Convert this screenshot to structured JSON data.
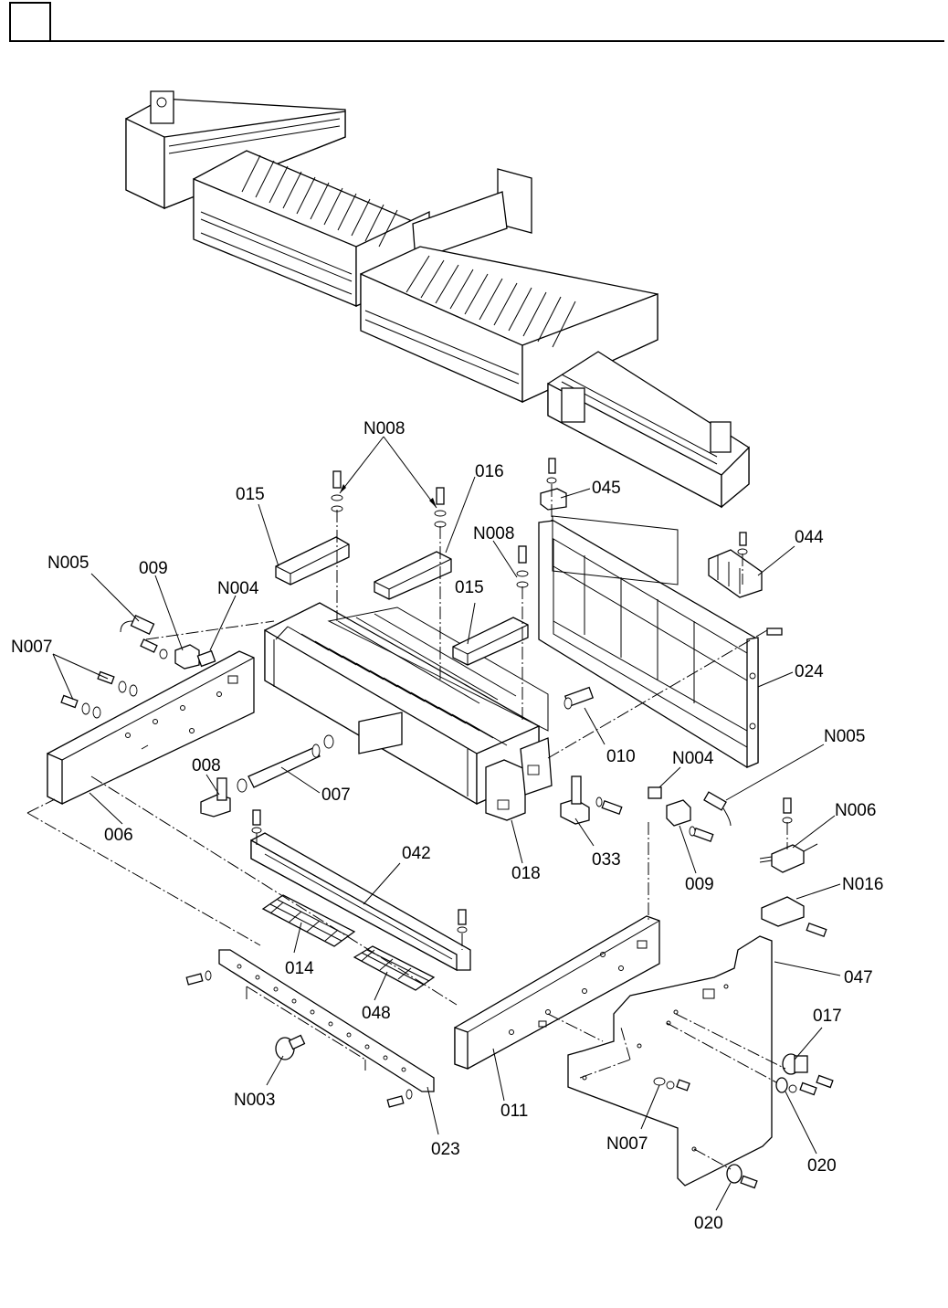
{
  "header": {
    "box_text": ""
  },
  "callouts": {
    "n008_top": "N008",
    "p016": "016",
    "p015_left": "015",
    "p045": "045",
    "n008_mid": "N008",
    "p044": "044",
    "n005_left": "N005",
    "p009_left": "009",
    "n004_left": "N004",
    "p015_mid": "015",
    "n007_left": "N007",
    "p024": "024",
    "n005_right": "N005",
    "n004_right": "N004",
    "p010": "010",
    "p008": "008",
    "p007": "007",
    "p006": "006",
    "p033": "033",
    "p018": "018",
    "p009_right": "009",
    "n006": "N006",
    "p042": "042",
    "n016": "N016",
    "p014": "014",
    "p048": "048",
    "p047": "047",
    "p017": "017",
    "n003": "N003",
    "p011": "011",
    "n007_right": "N007",
    "p023": "023",
    "p020_right": "020",
    "p020_bottom": "020"
  }
}
